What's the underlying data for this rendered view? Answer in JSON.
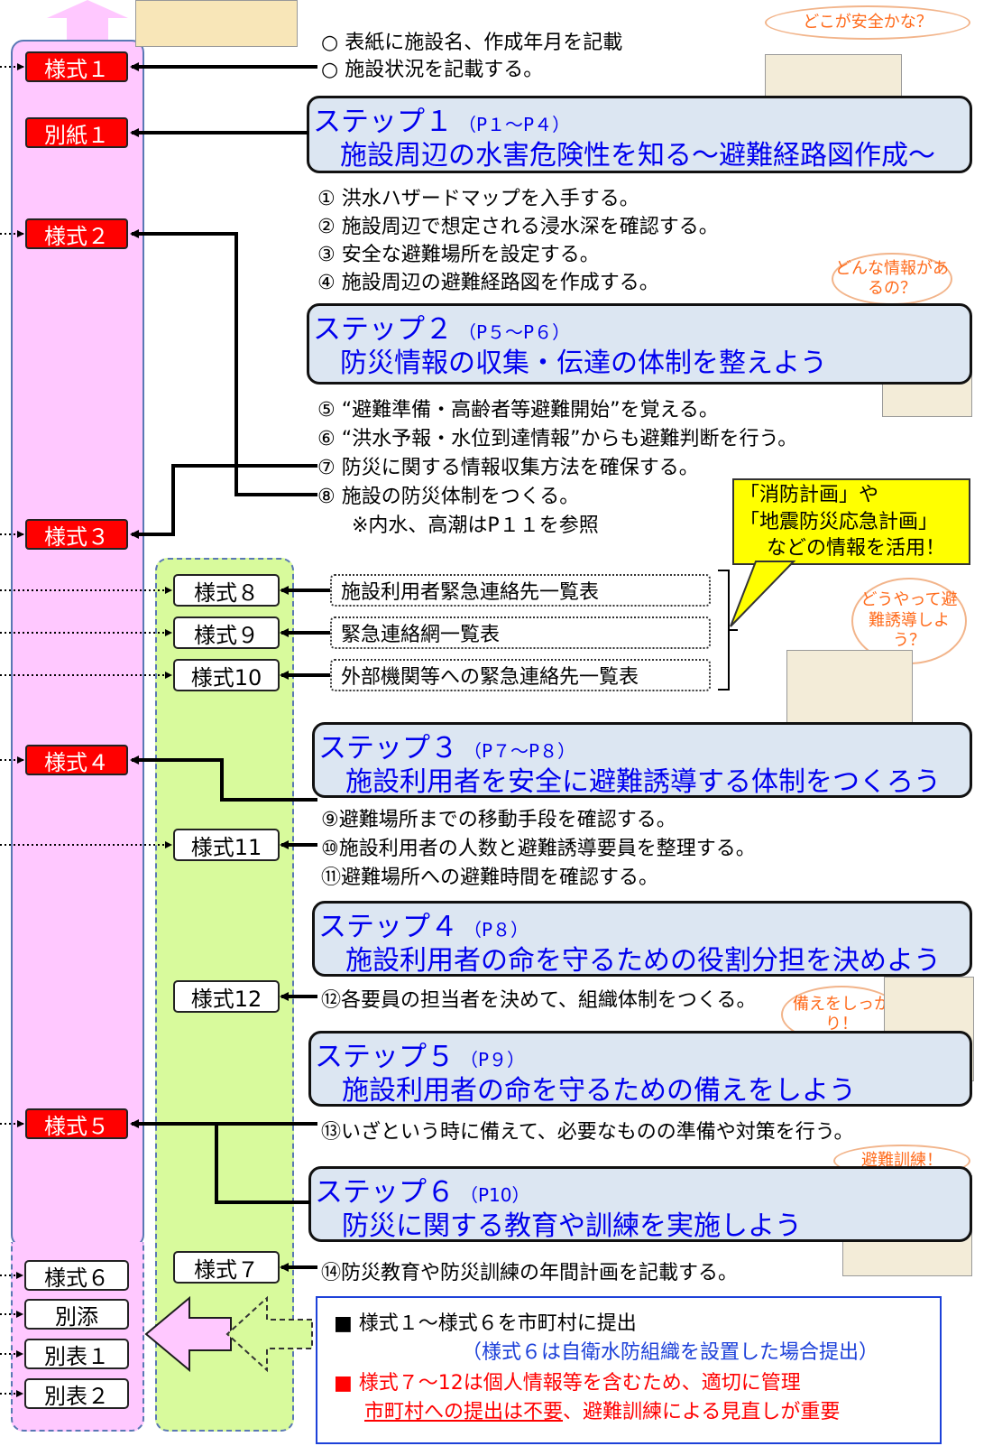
{
  "left_forms": {
    "f1": "様式１",
    "b1": "別紙１",
    "f2": "様式２",
    "f3": "様式３",
    "f4": "様式４",
    "f5": "様式５",
    "f6": "様式６",
    "addendum": "別添",
    "t1": "別表１",
    "t2": "別表２"
  },
  "mid_forms": {
    "f8": "様式８",
    "f9": "様式９",
    "f10": "様式10",
    "f11": "様式11",
    "f12": "様式12",
    "f7": "様式７"
  },
  "cover_notes": [
    "○ 表紙に施設名、作成年月を記載",
    "○ 施設状況を記載する。"
  ],
  "bubbles": {
    "where_safe": "どこが安全かな？",
    "info": "どんな情報があるの？",
    "guide": "どうやって避難誘導しよう？",
    "prepare": "備えをしっかり！",
    "drill": "避難訓練！"
  },
  "steps": [
    {
      "title": "ステップ１",
      "pages": "（P１～P４）",
      "subtitle": "施設周辺の水害危険性を知る～避難経路図作成～"
    },
    {
      "title": "ステップ２",
      "pages": "（P５～P６）",
      "subtitle": "防災情報の収集・伝達の体制を整えよう"
    },
    {
      "title": "ステップ３",
      "pages": "（P７～P８）",
      "subtitle": "施設利用者を安全に避難誘導する体制をつくろう"
    },
    {
      "title": "ステップ４",
      "pages": "（P８）",
      "subtitle": "施設利用者の命を守るための役割分担を決めよう"
    },
    {
      "title": "ステップ５",
      "pages": "（P９）",
      "subtitle": "施設利用者の命を守るための備えをしよう"
    },
    {
      "title": "ステップ６",
      "pages": "（P10）",
      "subtitle": "防災に関する教育や訓練を実施しよう"
    }
  ],
  "items": {
    "i1": "① 洪水ハザードマップを入手する。",
    "i2": "② 施設周辺で想定される浸水深を確認する。",
    "i3": "③ 安全な避難場所を設定する。",
    "i4": "④ 施設周辺の避難経路図を作成する。",
    "i5": "⑤ “避難準備・高齢者等避難開始”を覚える。",
    "i6": "⑥ “洪水予報・水位到達情報”からも避難判断を行う。",
    "i7": "⑦ 防災に関する情報収集方法を確保する。",
    "i8": "⑧ 施設の防災体制をつくる。",
    "i8note": "※内水、高潮はP１１を参照",
    "i9": "⑨避難場所までの移動手段を確認する。",
    "i10": "⑩施設利用者の人数と避難誘導要員を整理する。",
    "i11": "⑪避難場所への避難時間を確認する。",
    "i12": "⑫各要員の担当者を決めて、組織体制をつくる。",
    "i13": "⑬いざという時に備えて、必要なものの準備や対策を行う。",
    "i14": "⑭防災教育や防災訓練の年間計画を記載する。"
  },
  "contact_lists": [
    "施設利用者緊急連絡先一覧表",
    "緊急連絡網一覧表",
    "外部機関等への緊急連絡先一覧表"
  ],
  "callout": [
    "「消防計画」や",
    "「地震防災応急計画」",
    "などの情報を活用！"
  ],
  "notes": {
    "line1": "■ 様式１～様式６を市町村に提出",
    "line2": "（様式６は自衛水防組織を設置した場合提出）",
    "line3": "■ 様式７～12は個人情報等を含むため、適切に管理",
    "line4a": "市町村への提出は不要",
    "line4b": "、避難訓練による見直しが重要"
  },
  "colors": {
    "pink_column": "#ffc8ff",
    "green_column": "#d8fa9c",
    "red_form": "#ff0000",
    "step_fill": "#dce6f2",
    "step_text": "#0000ee",
    "callout": "#ffff00",
    "bubble_text": "#ff6a1a",
    "notes_border": "#1d41d9"
  }
}
